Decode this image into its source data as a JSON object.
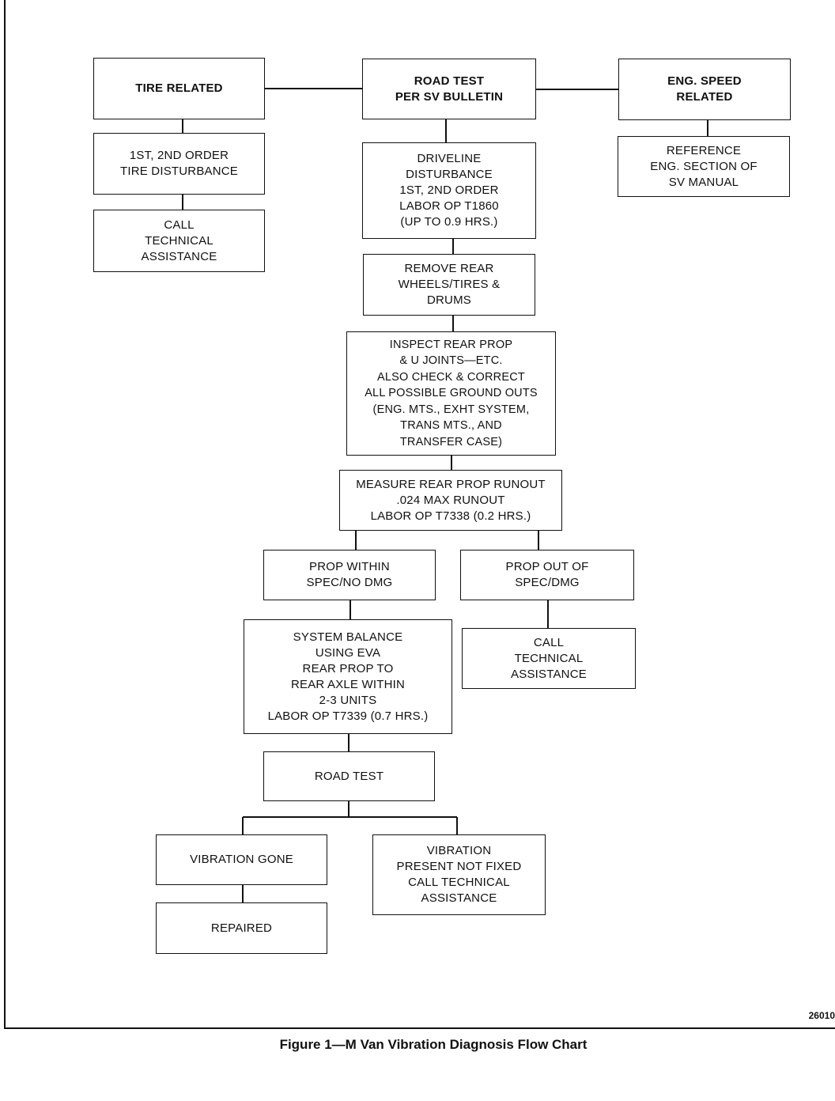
{
  "boxes": {
    "tire_related": "TIRE RELATED",
    "road_test_sv": "ROAD TEST\nPER SV BULLETIN",
    "eng_speed": "ENG. SPEED\nRELATED",
    "tire_disturbance": "1ST, 2ND ORDER\nTIRE DISTURBANCE",
    "call_tech_1": "CALL\nTECHNICAL\nASSISTANCE",
    "driveline": "DRIVELINE\nDISTURBANCE\n1ST, 2ND ORDER\nLABOR OP T1860\n(UP TO 0.9 HRS.)",
    "reference_eng": "REFERENCE\nENG. SECTION OF\nSV MANUAL",
    "remove_rear": "REMOVE REAR\nWHEELS/TIRES &\nDRUMS",
    "inspect_rear": "INSPECT REAR PROP\n& U JOINTS—ETC.\nALSO CHECK & CORRECT\nALL POSSIBLE GROUND OUTS\n(ENG. MTS., EXHT SYSTEM,\nTRANS MTS., AND\nTRANSFER CASE)",
    "measure_runout": "MEASURE REAR PROP RUNOUT\n.024 MAX RUNOUT\nLABOR OP T7338 (0.2 HRS.)",
    "prop_within": "PROP WITHIN\nSPEC/NO DMG",
    "prop_out": "PROP OUT OF\nSPEC/DMG",
    "system_balance": "SYSTEM BALANCE\nUSING EVA\nREAR PROP TO\nREAR AXLE WITHIN\n2-3 UNITS\nLABOR OP T7339 (0.7 HRS.)",
    "call_tech_2": "CALL\nTECHNICAL\nASSISTANCE",
    "road_test": "ROAD TEST",
    "vibration_gone": "VIBRATION GONE",
    "vibration_present": "VIBRATION\nPRESENT NOT FIXED\nCALL TECHNICAL\nASSISTANCE",
    "repaired": "REPAIRED"
  },
  "figure_id": "26010",
  "caption": "Figure 1—M Van Vibration Diagnosis Flow Chart"
}
